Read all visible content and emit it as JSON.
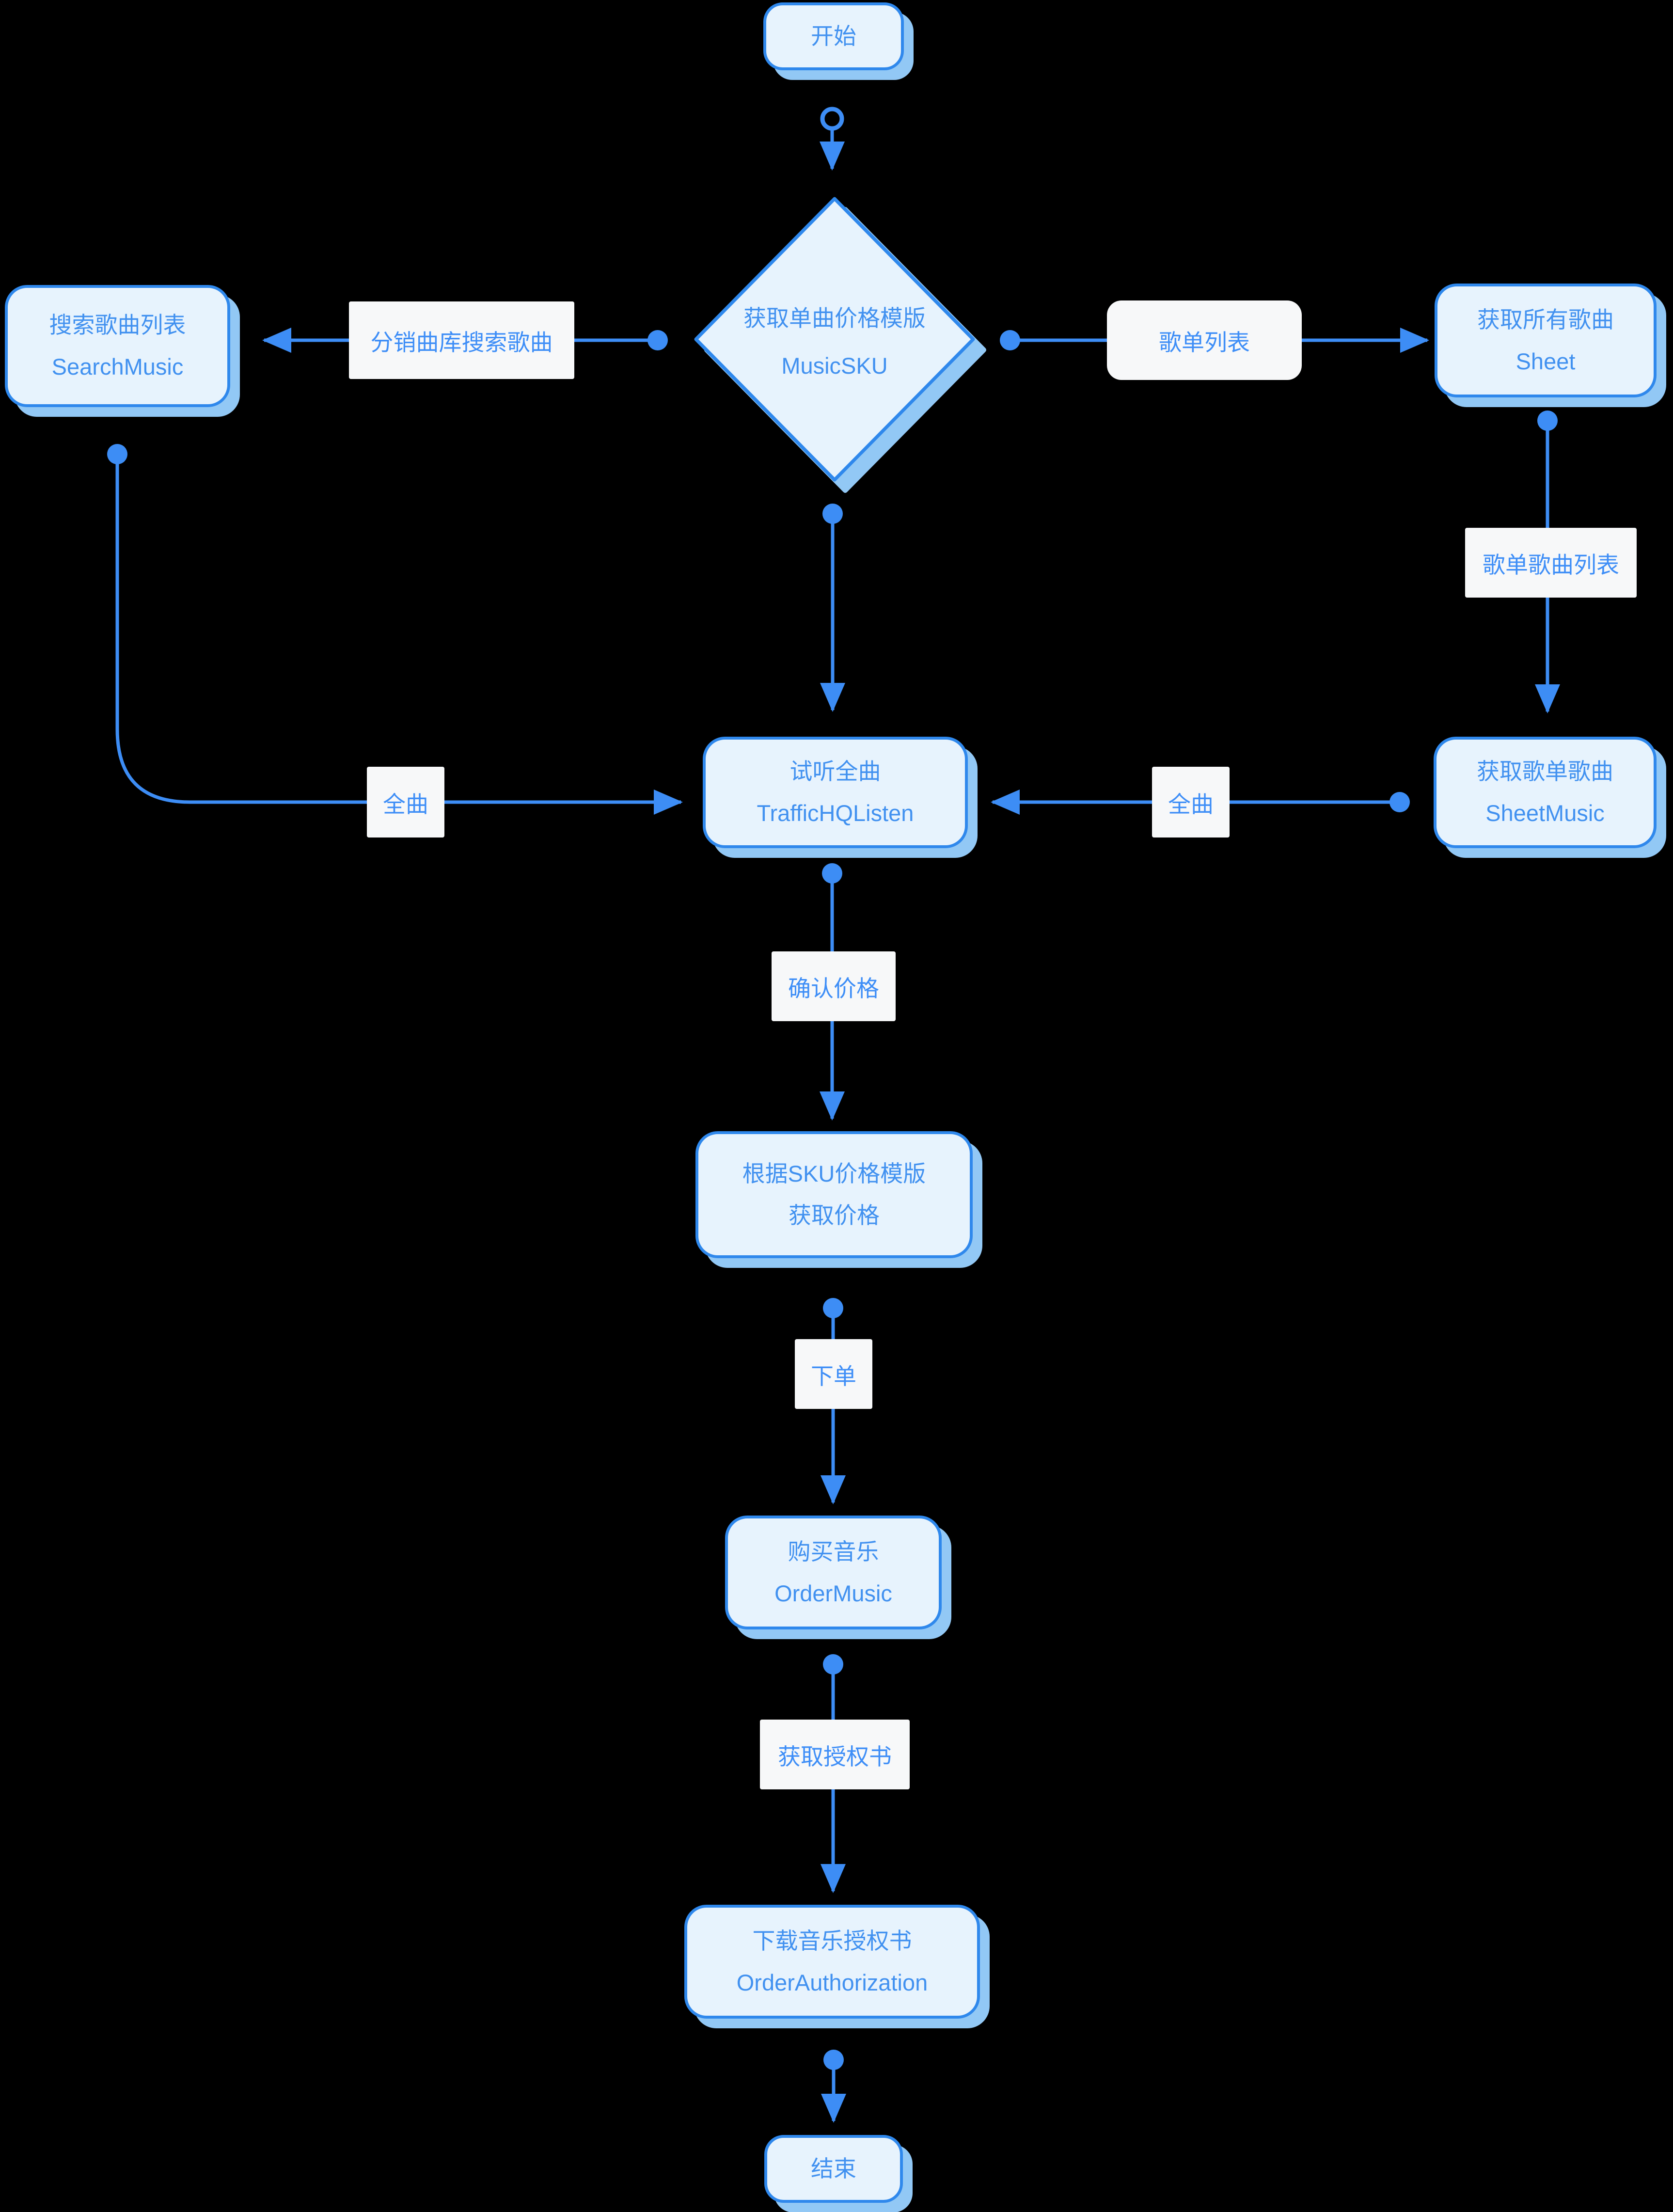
{
  "flow": {
    "start": {
      "label": "开始"
    },
    "music_sku": {
      "title": "获取单曲价格模版",
      "subtitle": "MusicSKU"
    },
    "search_music": {
      "title": "搜索歌曲列表",
      "subtitle": "SearchMusic"
    },
    "sheet": {
      "title": "获取所有歌曲",
      "subtitle": "Sheet"
    },
    "sheet_music": {
      "title": "获取歌单歌曲",
      "subtitle": "SheetMusic"
    },
    "traffic_hq_listen": {
      "title": "试听全曲",
      "subtitle": "TrafficHQListen"
    },
    "sku_price": {
      "title": "根据SKU价格模版",
      "subtitle": "获取价格"
    },
    "order_music": {
      "title": "购买音乐",
      "subtitle": "OrderMusic"
    },
    "order_authorization": {
      "title": "下载音乐授权书",
      "subtitle": "OrderAuthorization"
    },
    "end": {
      "label": "结束"
    }
  },
  "edge_labels": {
    "search_from_catalog": "分销曲库搜索歌曲",
    "sheet_list": "歌单列表",
    "sheet_song_list": "歌单歌曲列表",
    "full_song_left": "全曲",
    "full_song_right": "全曲",
    "confirm_price": "确认价格",
    "place_order": "下单",
    "get_authorization": "获取授权书"
  },
  "colors": {
    "background": "#000000",
    "line": "#3d8df5",
    "node_border": "#2f88ec",
    "node_fill": "#e7f3fd",
    "node_shadow": "#92c8f5",
    "node_text": "#4191f0",
    "label_background": "#f7f8f9"
  }
}
